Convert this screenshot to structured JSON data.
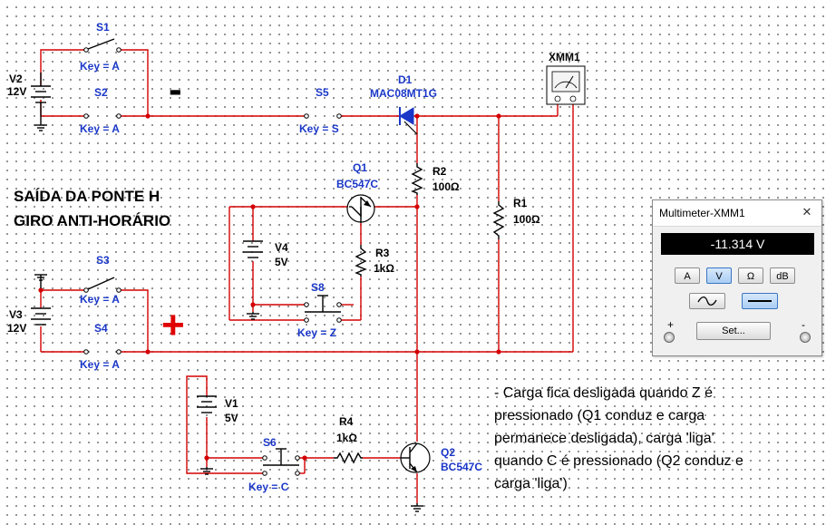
{
  "title_lines": [
    "SAÍDA DA PONTE H",
    "GIRO ANTI-HORÁRIO"
  ],
  "note_lines": [
    "- Carga fica desligada quando Z é",
    "pressionado (Q1 conduz e carga",
    "permanece desligada), carga 'liga'",
    "quando C é pressionado (Q2 conduz e",
    "carga 'liga')"
  ],
  "polarity": {
    "minus": "-",
    "plus": "+"
  },
  "components": {
    "v2": {
      "ref": "V2",
      "value": "12V"
    },
    "v3": {
      "ref": "V3",
      "value": "12V"
    },
    "v4": {
      "ref": "V4",
      "value": "5V"
    },
    "v1": {
      "ref": "V1",
      "value": "5V"
    },
    "s1": {
      "ref": "S1",
      "key": "Key = A"
    },
    "s2": {
      "ref": "S2",
      "key": "Key = A"
    },
    "s3": {
      "ref": "S3",
      "key": "Key = A"
    },
    "s4": {
      "ref": "S4",
      "key": "Key = A"
    },
    "s5": {
      "ref": "S5",
      "key": "Key = S"
    },
    "s6": {
      "ref": "S6",
      "key": "Key = C"
    },
    "s8": {
      "ref": "S8",
      "key": "Key = Z"
    },
    "d1": {
      "ref": "D1",
      "model": "MAC08MT1G"
    },
    "q1": {
      "ref": "Q1",
      "model": "BC547C"
    },
    "q2": {
      "ref": "Q2",
      "model": "BC547C"
    },
    "r1": {
      "ref": "R1",
      "value": "100Ω"
    },
    "r2": {
      "ref": "R2",
      "value": "100Ω"
    },
    "r3": {
      "ref": "R3",
      "value": "1kΩ"
    },
    "r4": {
      "ref": "R4",
      "value": "1kΩ"
    },
    "xmm1": {
      "ref": "XMM1"
    }
  },
  "multimeter": {
    "title": "Multimeter-XMM1",
    "close": "✕",
    "reading": "-11.314 V",
    "modes": [
      "A",
      "V",
      "Ω",
      "dB"
    ],
    "active_mode": "V",
    "waveforms": [
      "ac-wave",
      "dc-line"
    ],
    "active_waveform": "dc-line",
    "set_label": "Set...",
    "plus": "+",
    "minus": "-",
    "colors": {
      "active": "#a9cdf3",
      "display": "#000000"
    }
  },
  "colors": {
    "wire": "#d40000",
    "label_blue": "#1a37c8",
    "plus_sign": "#e00000"
  }
}
